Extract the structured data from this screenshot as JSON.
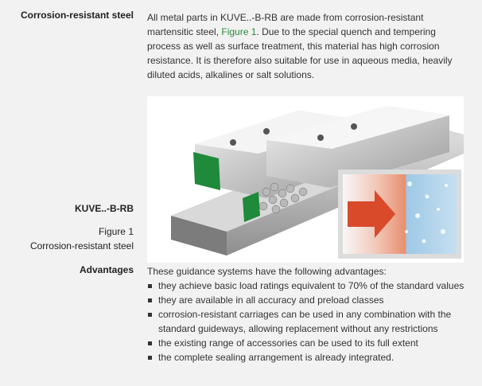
{
  "section1": {
    "heading": "Corrosion-resistant steel",
    "para_part1": "All metal parts in KUVE..-B-RB are made from corrosion-resistant martensitic steel, ",
    "figure_link": "Figure 1",
    "para_part2": ". Due to the special quench and tempering process as well as surface treatment, this material has high corrosion resistance. It is therefore also suitable for use in aqueous media, heavily diluted acids, alkalines or salt solutions."
  },
  "figure": {
    "product_label": "KUVE..-B-RB",
    "number": "Figure 1",
    "caption": "Corrosion-resistant steel"
  },
  "advantages": {
    "heading": "Advantages",
    "intro": "These guidance systems have the following advantages:",
    "items": [
      "they achieve basic load ratings equivalent to 70% of the standard values",
      "they are available in all accuracy and preload classes",
      "corrosion-resistant carriages can be used in any combination with the standard guideways, allowing replacement without any restrictions",
      "the existing range of accessories can be used to its full extent",
      "the complete sealing arrangement is already integrated."
    ]
  },
  "colors": {
    "link": "#2a8a3e",
    "seal_green": "#1f8a3a",
    "arrow_red": "#d94a2a"
  }
}
